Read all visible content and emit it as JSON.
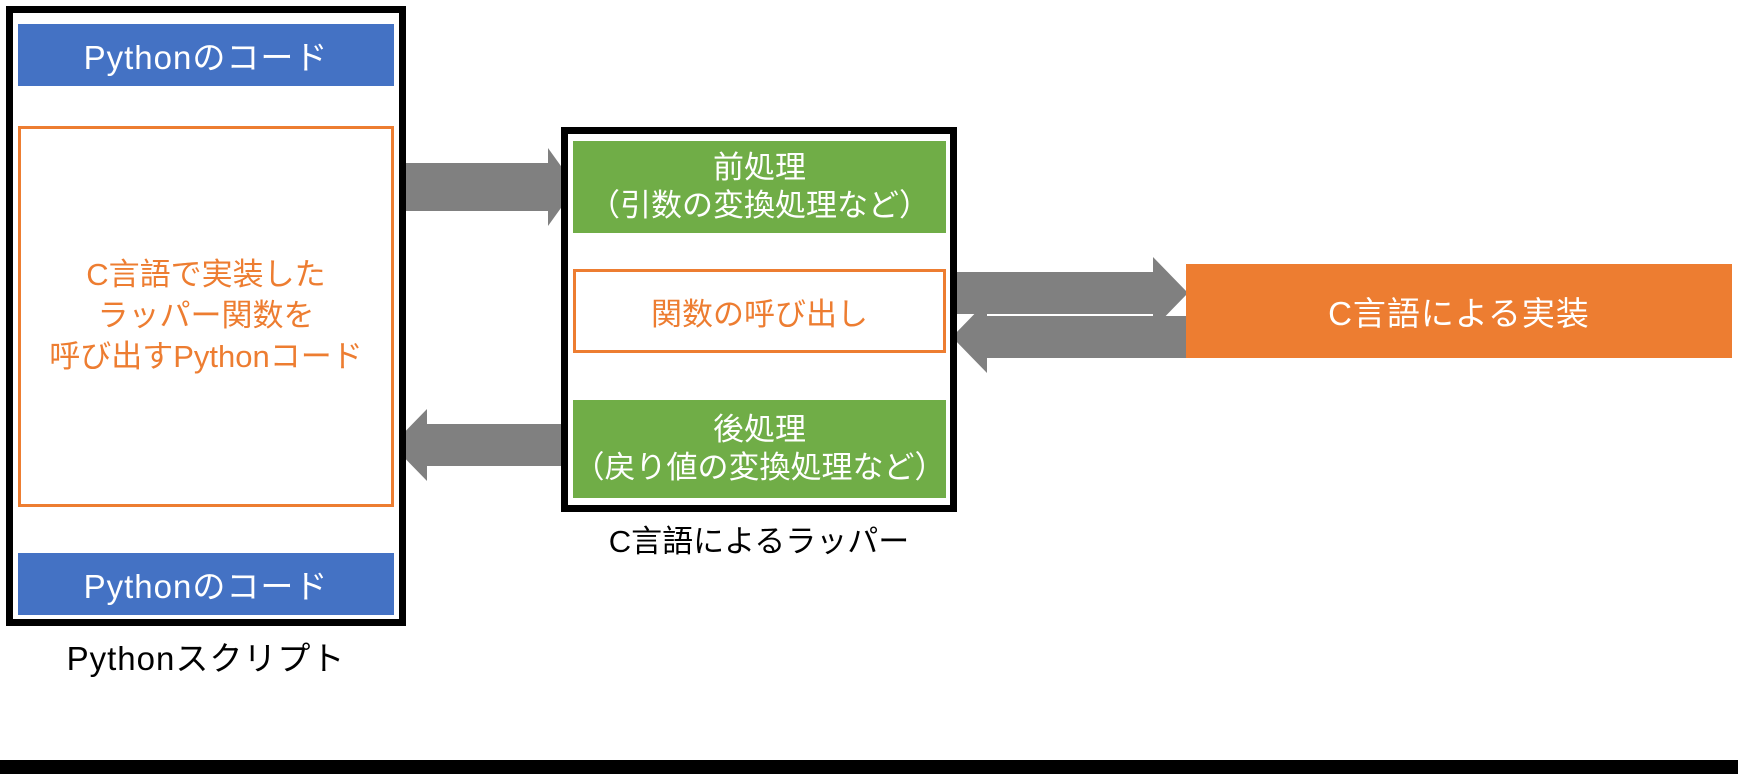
{
  "diagram": {
    "title_caption_left": "Pythonスクリプト",
    "title_caption_middle": "C言語によるラッパー",
    "colors": {
      "blue": "#4472C4",
      "green": "#70AD47",
      "orange": "#ED7D31",
      "arrow_gray": "#808080",
      "outline_black": "#000000"
    }
  },
  "python_script": {
    "code_top_label": "Pythonのコード",
    "code_bottom_label": "Pythonのコード",
    "wrapper_call_lines": [
      "C言語で実装した",
      "ラッパー関数を",
      "呼び出すPythonコード"
    ],
    "caption": "Pythonスクリプト"
  },
  "c_wrapper": {
    "pre_process": {
      "line1": "前処理",
      "line2": "（引数の変換処理など）"
    },
    "function_call": {
      "label": "関数の呼び出し"
    },
    "post_process": {
      "line1": "後処理",
      "line2": "（戻り値の変換処理など）"
    },
    "caption": "C言語によるラッパー"
  },
  "c_implementation": {
    "label": "C言語による実装"
  },
  "arrows": [
    {
      "name": "python-to-preprocess",
      "direction": "right"
    },
    {
      "name": "preprocess-to-funccall",
      "direction": "down"
    },
    {
      "name": "funccall-to-postprocess",
      "direction": "down"
    },
    {
      "name": "postprocess-to-python",
      "direction": "left"
    },
    {
      "name": "funccall-to-cimpl",
      "direction": "right"
    },
    {
      "name": "cimpl-to-funccall",
      "direction": "left"
    },
    {
      "name": "pycode-top-to-wrappercall",
      "direction": "down"
    },
    {
      "name": "wrappercall-to-pycode-bottom",
      "direction": "down"
    }
  ]
}
